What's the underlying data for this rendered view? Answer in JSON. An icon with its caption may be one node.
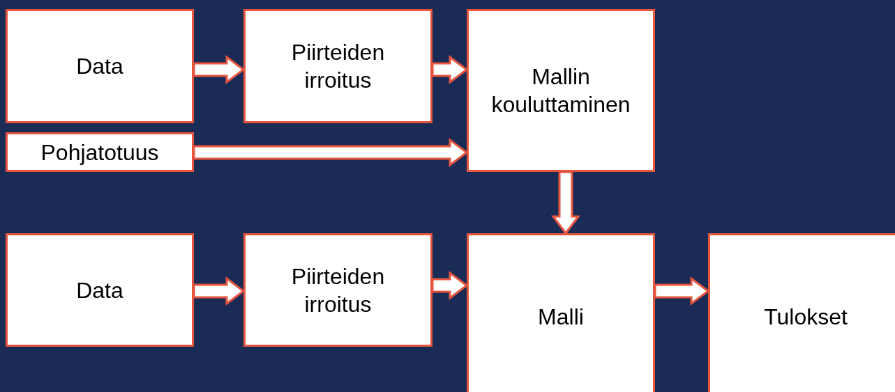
{
  "diagram": {
    "nodes": [
      {
        "text": [
          "Data"
        ]
      },
      {
        "text": [
          "Piirteiden irroitus"
        ]
      },
      {
        "text": [
          "Mallin kouluttaminen"
        ]
      },
      {
        "text": [
          "Pohjatotuus"
        ]
      },
      {
        "text": [
          "Data"
        ]
      },
      {
        "text": [
          "Piirteiden irroitus"
        ]
      },
      {
        "text": [
          "Malli"
        ]
      },
      {
        "text": [
          "Tulokset"
        ]
      }
    ],
    "edges": [
      {
        "from": 0,
        "to": 1,
        "arrow": "to"
      },
      {
        "from": 1,
        "to": 2,
        "arrow": "to"
      },
      {
        "from": 3,
        "to": 2,
        "arrow": "to"
      },
      {
        "from": 2,
        "to": 6,
        "arrow": "to"
      },
      {
        "from": 4,
        "to": 5,
        "arrow": "to"
      },
      {
        "from": 5,
        "to": 6,
        "arrow": "to"
      },
      {
        "from": 6,
        "to": 7,
        "arrow": "to"
      }
    ]
  }
}
